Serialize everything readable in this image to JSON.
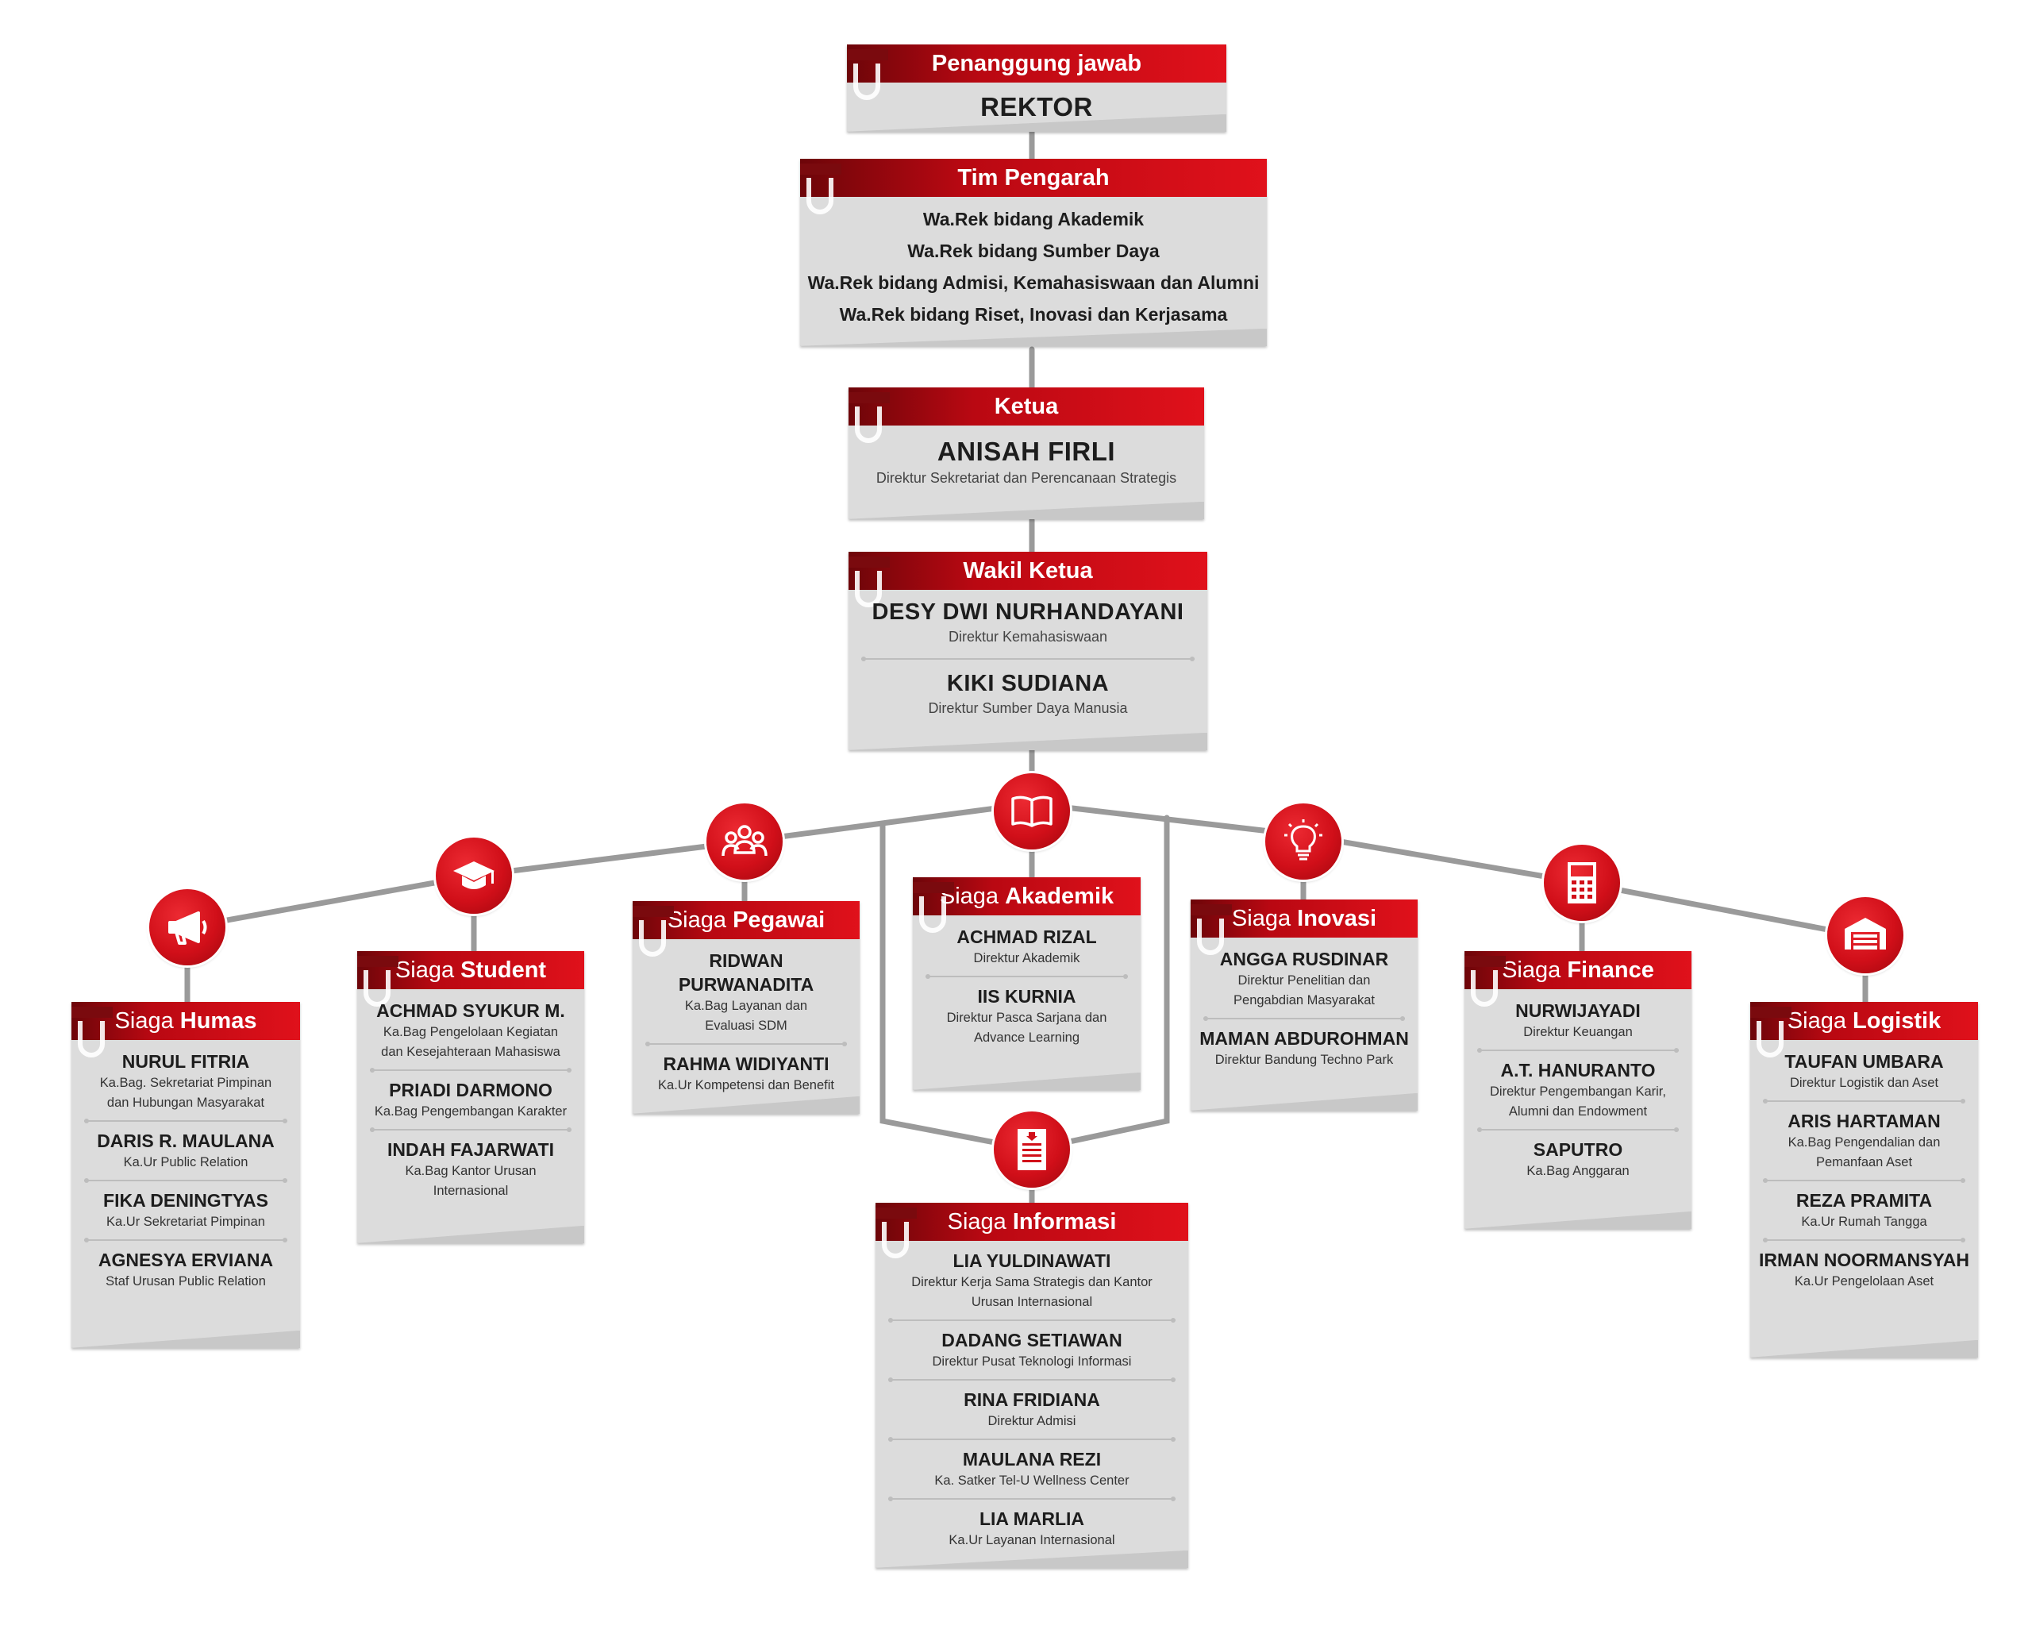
{
  "top": {
    "penanggung_jawab": {
      "header": "Penanggung jawab",
      "name": "REKTOR"
    },
    "tim_pengarah": {
      "header": "Tim Pengarah",
      "lines": [
        "Wa.Rek bidang Akademik",
        "Wa.Rek bidang Sumber Daya",
        "Wa.Rek bidang Admisi, Kemahasiswaan dan Alumni",
        "Wa.Rek bidang Riset, Inovasi dan Kerjasama"
      ]
    },
    "ketua": {
      "header": "Ketua",
      "name": "ANISAH FIRLI",
      "role": "Direktur Sekretariat dan Perencanaan Strategis"
    },
    "wakil_ketua": {
      "header": "Wakil Ketua",
      "members": [
        {
          "name": "DESY DWI NURHANDAYANI",
          "role": "Direktur Kemahasiswaan"
        },
        {
          "name": "KIKI SUDIANA",
          "role": "Direktur Sumber Daya Manusia"
        }
      ]
    }
  },
  "siaga": {
    "humas": {
      "prefix": "Siaga",
      "title": "Humas",
      "icon": "megaphone-icon",
      "members": [
        {
          "name": "NURUL FITRIA",
          "role": "Ka.Bag. Sekretariat Pimpinan",
          "role2": "dan  Hubungan Masyarakat"
        },
        {
          "name": "DARIS R. MAULANA",
          "role": "Ka.Ur Public Relation"
        },
        {
          "name": "FIKA DENINGTYAS",
          "role": "Ka.Ur Sekretariat Pimpinan"
        },
        {
          "name": "AGNESYA ERVIANA",
          "role": "Staf Urusan Public Relation"
        }
      ]
    },
    "student": {
      "prefix": "Siaga",
      "title": "Student",
      "icon": "graduation-cap-icon",
      "members": [
        {
          "name": "ACHMAD SYUKUR M.",
          "role": "Ka.Bag Pengelolaan Kegiatan",
          "role2": "dan Kesejahteraan Mahasiswa"
        },
        {
          "name": "PRIADI DARMONO",
          "role": "Ka.Bag Pengembangan Karakter"
        },
        {
          "name": "INDAH FAJARWATI",
          "role": "Ka.Bag Kantor Urusan",
          "role2": "Internasional"
        }
      ]
    },
    "pegawai": {
      "prefix": "Siaga",
      "title": "Pegawai",
      "icon": "people-group-icon",
      "members": [
        {
          "name": "RIDWAN PURWANADITA",
          "role": "Ka.Bag Layanan dan",
          "role2": "Evaluasi SDM"
        },
        {
          "name": "RAHMA WIDIYANTI",
          "role": "Ka.Ur Kompetensi dan  Benefit"
        }
      ]
    },
    "akademik": {
      "prefix": "Siaga",
      "title": "Akademik",
      "icon": "open-book-icon",
      "members": [
        {
          "name": "ACHMAD RIZAL",
          "role": "Direktur Akademik"
        },
        {
          "name": "IIS KURNIA",
          "role": "Direktur Pasca Sarjana dan",
          "role2": "Advance Learning"
        }
      ]
    },
    "informasi": {
      "prefix": "Siaga",
      "title": "Informasi",
      "icon": "document-icon",
      "members": [
        {
          "name": "LIA YULDINAWATI",
          "role": "Direktur Kerja Sama Strategis dan Kantor",
          "role2": "Urusan Internasional"
        },
        {
          "name": "DADANG SETIAWAN",
          "role": "Direktur Pusat Teknologi Informasi"
        },
        {
          "name": "RINA FRIDIANA",
          "role": "Direktur Admisi"
        },
        {
          "name": "MAULANA REZI",
          "role": "Ka. Satker Tel-U Wellness Center"
        },
        {
          "name": "LIA MARLIA",
          "role": "Ka.Ur Layanan Internasional"
        }
      ]
    },
    "inovasi": {
      "prefix": "Siaga",
      "title": "Inovasi",
      "icon": "lightbulb-icon",
      "members": [
        {
          "name": "ANGGA RUSDINAR",
          "role": "Direktur Penelitian dan",
          "role2": "Pengabdian Masyarakat"
        },
        {
          "name": "MAMAN ABDUROHMAN",
          "role": "Direktur Bandung Techno Park"
        }
      ]
    },
    "finance": {
      "prefix": "Siaga",
      "title": "Finance",
      "icon": "calculator-icon",
      "members": [
        {
          "name": "NURWIJAYADI",
          "role": "Direktur Keuangan"
        },
        {
          "name": "A.T. HANURANTO",
          "role": "Direktur Pengembangan Karir,",
          "role2": "Alumni dan Endowment"
        },
        {
          "name": "SAPUTRO",
          "role": "Ka.Bag Anggaran"
        }
      ]
    },
    "logistik": {
      "prefix": "Siaga",
      "title": "Logistik",
      "icon": "warehouse-icon",
      "members": [
        {
          "name": "TAUFAN UMBARA",
          "role": "Direktur Logistik dan Aset"
        },
        {
          "name": "ARIS HARTAMAN",
          "role": "Ka.Bag Pengendalian dan",
          "role2": "Pemanfaan Aset"
        },
        {
          "name": "REZA PRAMITA",
          "role": "Ka.Ur Rumah Tangga"
        },
        {
          "name": "IRMAN NOORMANSYAH",
          "role": "Ka.Ur Pengelolaan Aset"
        }
      ]
    }
  },
  "colors": {
    "accent": "#d10f19",
    "accent_dark": "#6d0509",
    "card": "#dcdcdc",
    "line": "#9a9a9a"
  }
}
